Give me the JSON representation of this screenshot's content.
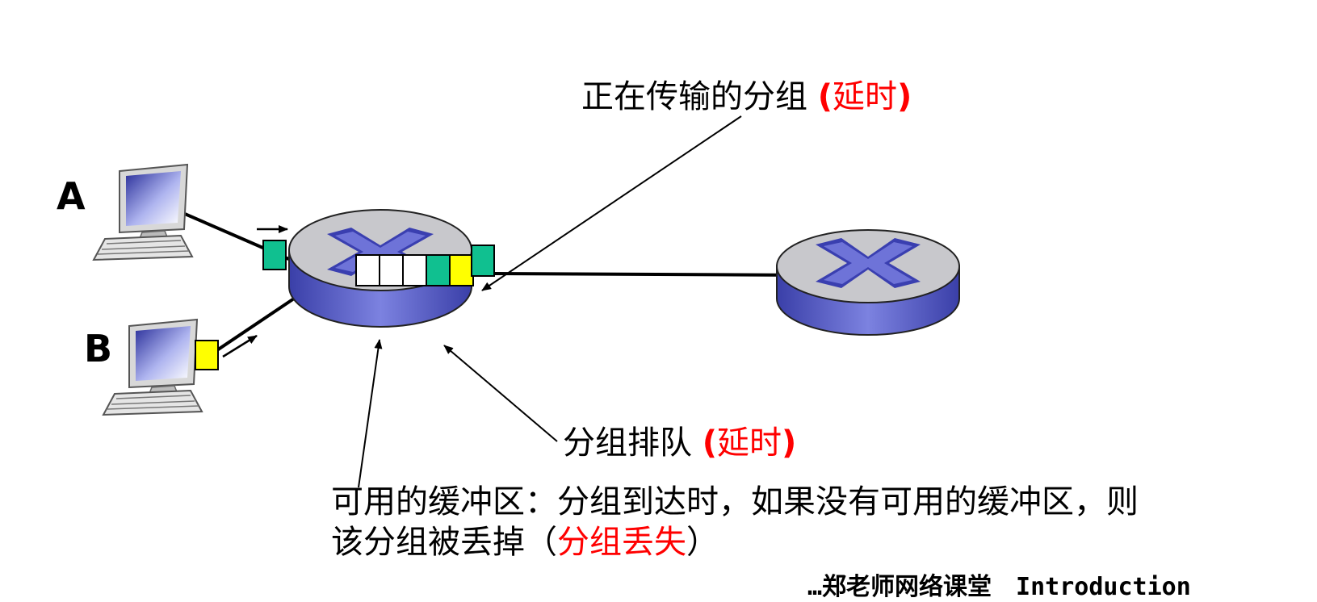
{
  "hosts": {
    "a": "A",
    "b": "B"
  },
  "labels": {
    "transmission": {
      "text": "正在传输的分组",
      "open": "(",
      "delay": "延时",
      "close": ")"
    },
    "queueing": {
      "text": "分组排队",
      "open": "(",
      "delay": "延时",
      "close": ")"
    },
    "buffer_line1": "可用的缓冲区：分组到达时，如果没有可用的缓冲区，则",
    "buffer_line2_prefix": "该分组被丢掉（",
    "buffer_line2_red": "分组丢失",
    "buffer_line2_suffix": "）",
    "watermark": "…郑老师网络课堂　Introduction"
  },
  "colors": {
    "router_top": "#c8c8cc",
    "router_side": "#5a5fc8",
    "router_x": "#3a3fb0",
    "packet_green": "#10c090",
    "packet_yellow": "#ffff00",
    "link": "#000000",
    "highlight": "#ff0000"
  }
}
